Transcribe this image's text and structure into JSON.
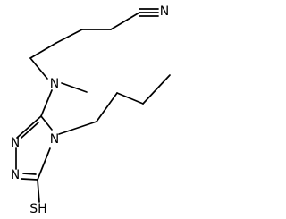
{
  "molecule": {
    "atoms": {
      "nitrile_n": "N",
      "amine_n": "N",
      "ring_n1": "N",
      "ring_n2": "N",
      "ring_n4": "N",
      "thiol": "SH"
    }
  },
  "colors": {
    "bond": "#000000",
    "label": "#000000",
    "background": "#ffffff"
  }
}
